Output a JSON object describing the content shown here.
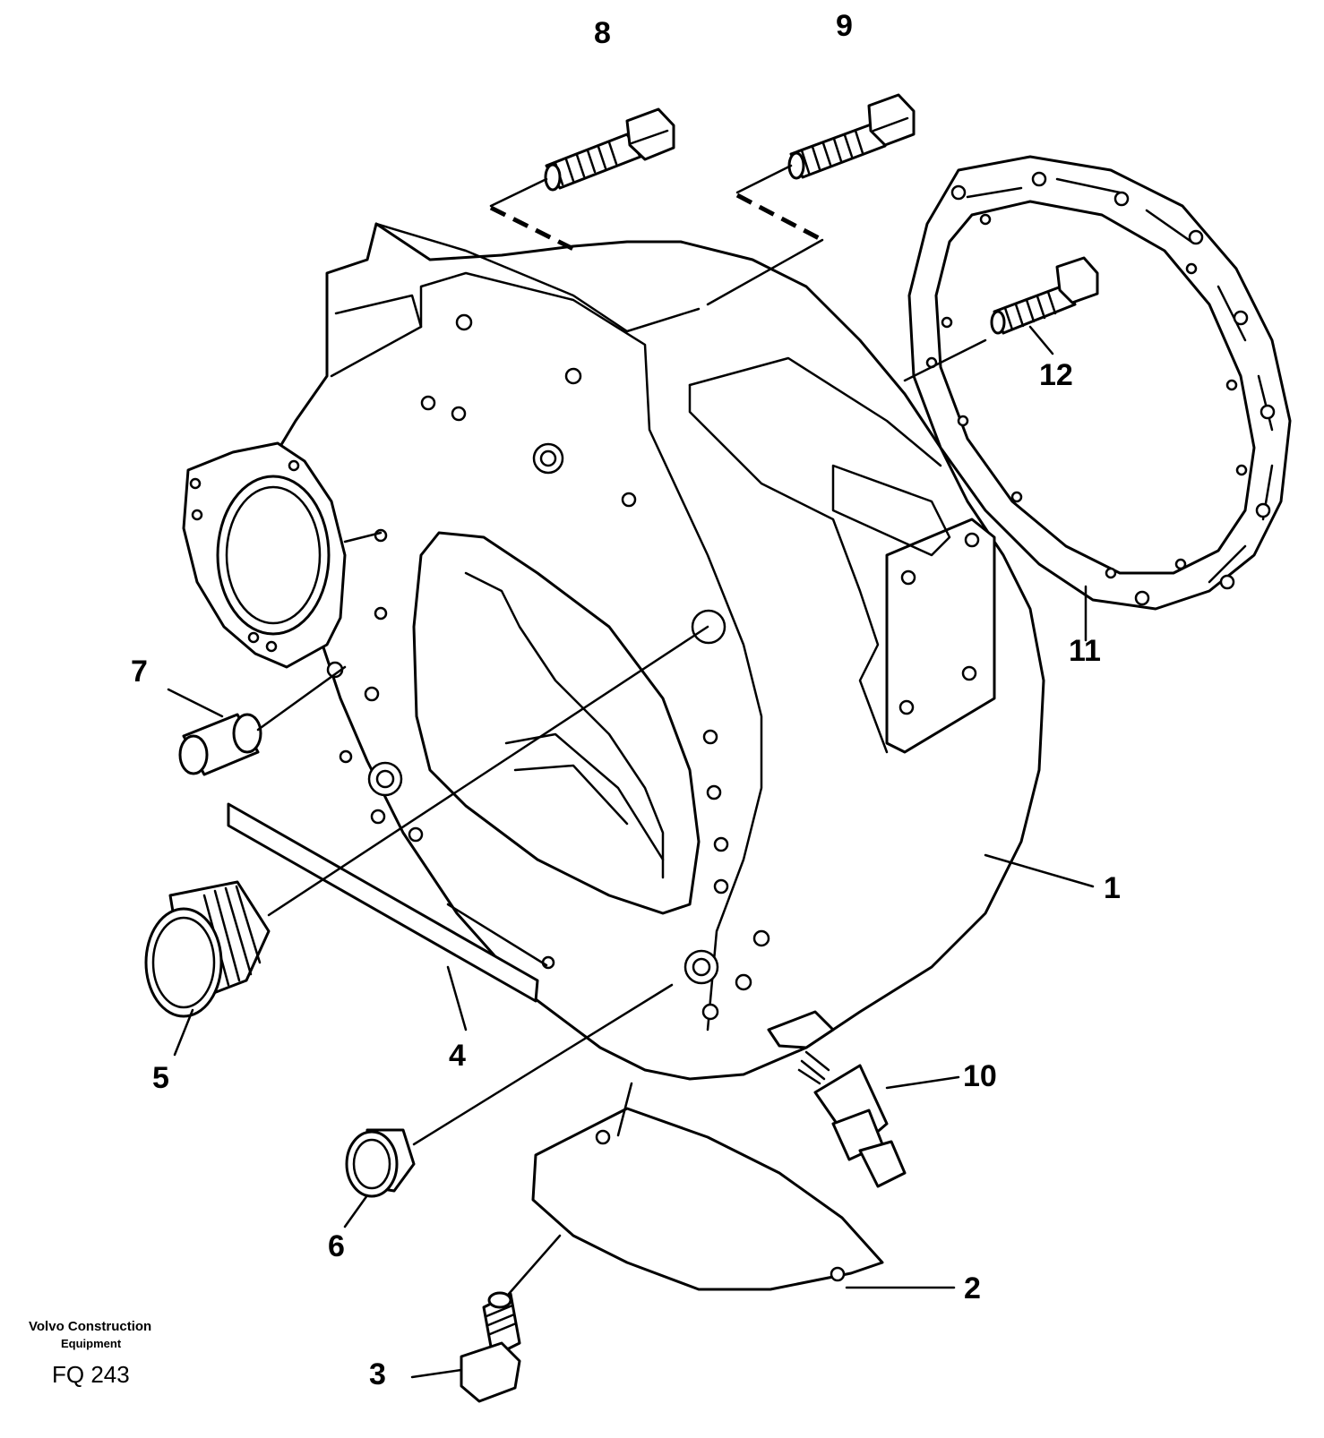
{
  "callouts": [
    {
      "id": "1",
      "label": "1"
    },
    {
      "id": "2",
      "label": "2"
    },
    {
      "id": "3",
      "label": "3"
    },
    {
      "id": "4",
      "label": "4"
    },
    {
      "id": "5",
      "label": "5"
    },
    {
      "id": "6",
      "label": "6"
    },
    {
      "id": "7",
      "label": "7"
    },
    {
      "id": "8",
      "label": "8"
    },
    {
      "id": "9",
      "label": "9"
    },
    {
      "id": "10",
      "label": "10"
    },
    {
      "id": "11",
      "label": "11"
    },
    {
      "id": "12",
      "label": "12"
    }
  ],
  "footer": {
    "brand_line1": "Volvo Construction",
    "brand_line2": "Equipment",
    "figure_code": "FQ 243"
  }
}
